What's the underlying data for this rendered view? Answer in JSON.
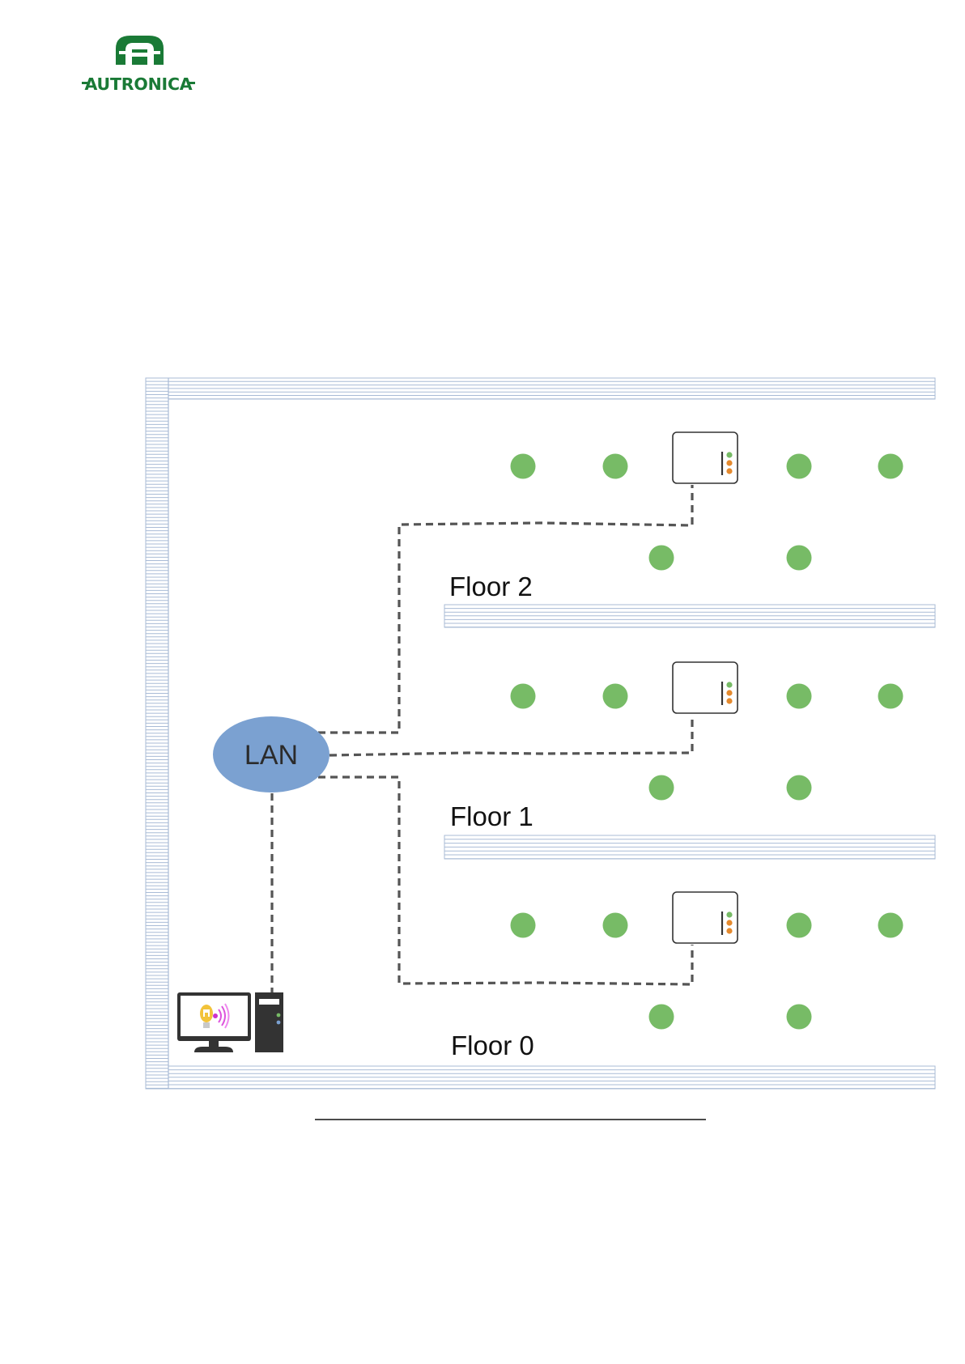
{
  "header": {
    "logo": {
      "brand": "AUTRONICA",
      "mark_letter": "A",
      "color": "#1a7a36",
      "icon": "autronica-logo"
    }
  },
  "diagram": {
    "hub_label": "LAN",
    "hub_color": "#7ba1d1",
    "sensor_color": "#77bb66",
    "floors": [
      {
        "label": "Floor 2"
      },
      {
        "label": "Floor 1"
      },
      {
        "label": "Floor 0"
      }
    ],
    "workstation": {
      "icon": "computer-workstation-icon",
      "screen_icon": "autronica-software-icon"
    },
    "controller_icon": "controller-unit-icon",
    "sensor_icon": "wireless-detector-icon"
  },
  "footer": {
    "underline": true
  }
}
